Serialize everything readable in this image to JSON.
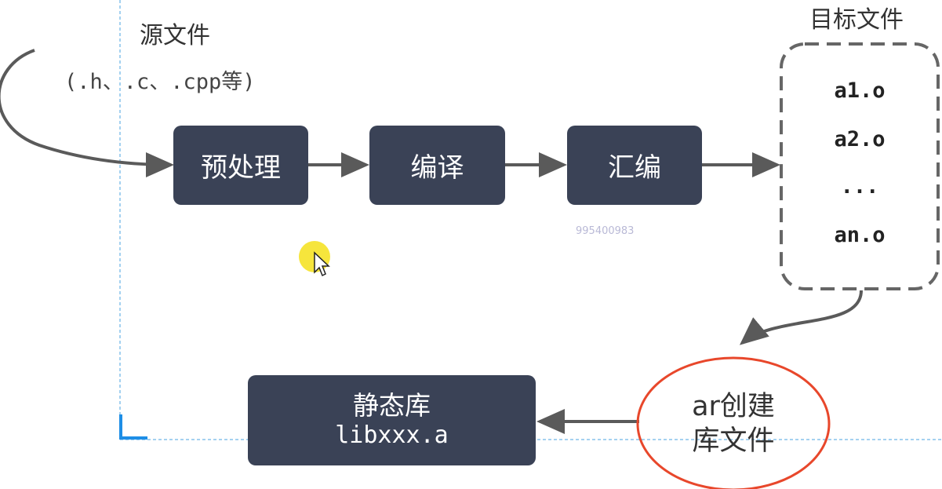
{
  "source": {
    "title": "源文件",
    "extensions": "(.h、.c、.cpp等)"
  },
  "stages": {
    "preprocess": "预处理",
    "compile": "编译",
    "assemble": "汇编"
  },
  "target": {
    "title": "目标文件",
    "files": [
      "a1.o",
      "a2.o",
      "...",
      "an.o"
    ]
  },
  "archive_step": {
    "line1": "ar创建",
    "line2": "库文件"
  },
  "static_library": {
    "title": "静态库",
    "filename": "libxxx.a"
  },
  "watermark": "995400983",
  "colors": {
    "box_fill": "#3a4256",
    "arrow": "#5a5a5a",
    "ellipse": "#e8472b",
    "dashed_border": "#666666",
    "guide_line": "#4aa3e0",
    "cursor_highlight": "#f5e11a"
  }
}
